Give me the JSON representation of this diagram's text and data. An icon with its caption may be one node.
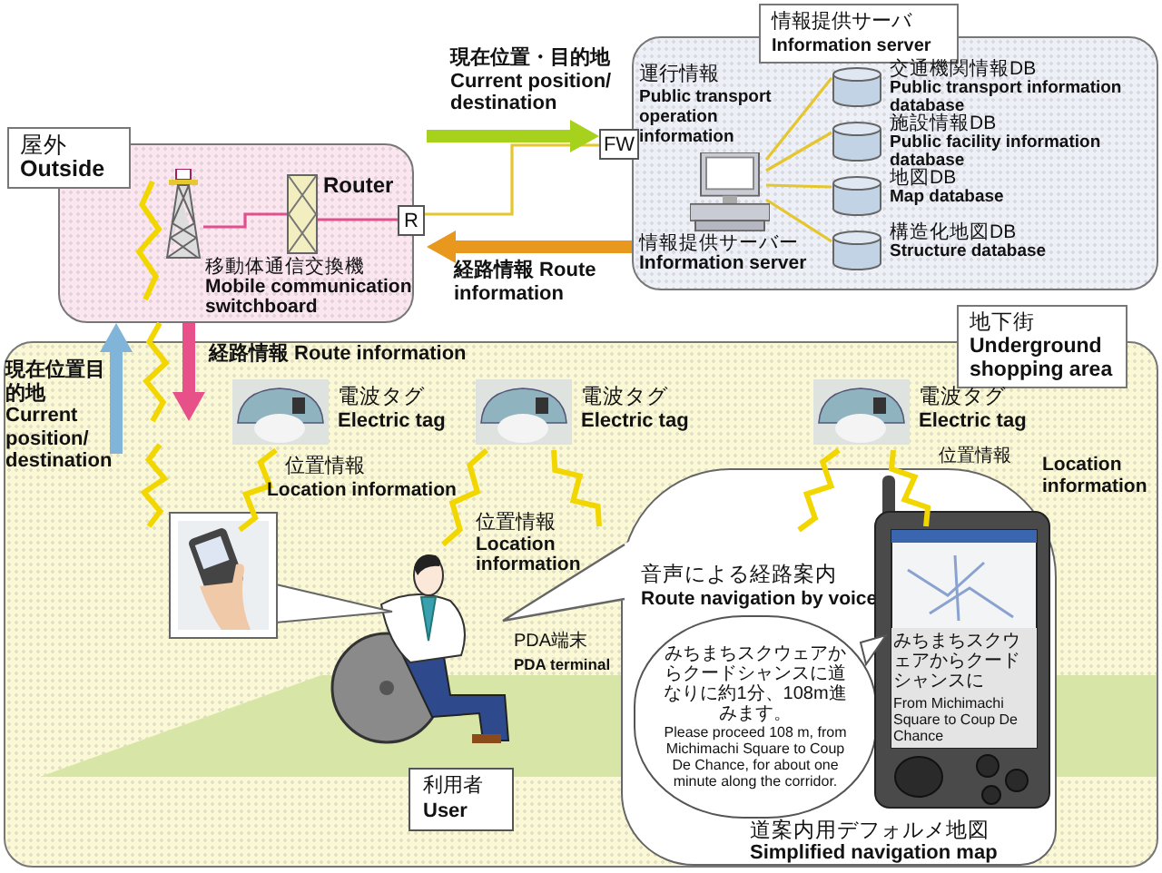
{
  "diagram": {
    "nodes": [
      {
        "text": [
          "屋外",
          "Outside"
        ]
      },
      {
        "text": [],
        "shape": "picture",
        "in": 0
      },
      {
        "text": [],
        "shape": "box",
        "in": 0,
        "beside": [
          "移動体通信交換機",
          "Mobile communication switchboard"
        ]
      },
      {
        "text": [
          "R"
        ],
        "in": 0,
        "beside": [
          "Router"
        ]
      },
      {
        "text": [
          "FW"
        ]
      },
      {
        "text": [
          "情報提供サーバ",
          "Information server"
        ]
      },
      {
        "text": [],
        "shape": "picture",
        "in": 5,
        "beside": [
          "情報提供サーバー",
          "Information server"
        ]
      },
      {
        "text": [
          "交通機関情報DB",
          "Public transport information database"
        ],
        "in": 5
      },
      {
        "text": [
          "施設情報DB",
          "Public facility information database"
        ],
        "in": 5
      },
      {
        "text": [
          "地図DB",
          "Map database"
        ],
        "in": 5
      },
      {
        "text": [
          "構造化地図DB",
          "Structure database"
        ],
        "in": 5
      },
      {
        "text": [
          "地下街",
          "Underground shopping area"
        ]
      },
      {
        "text": [
          "電波タグ",
          "Electric tag"
        ],
        "in": 11
      },
      {
        "text": [
          "電波タグ",
          "Electric tag"
        ],
        "in": 11
      },
      {
        "text": [
          "電波タグ",
          "Electric tag"
        ],
        "in": 11
      },
      {
        "text": [
          "利用者",
          "User"
        ],
        "in": 11
      },
      {
        "text": [
          "音声による経路案内",
          "Route navigation by voice",
          "道案内用デフォルメ地図",
          "Simplified navigation map"
        ],
        "in": 11
      },
      {
        "text": [
          "みちまちスクウェアからクードシャンスに道なりに約1分、108m進みます。",
          "Please proceed 108 m, from Michimachi Square to Coup De Chance, for about one minute along the corridor."
        ],
        "in": 16
      }
    ],
    "edges": [
      {
        "from": 1,
        "to": 2,
        "arrow": "none",
        "color": "#e0508c"
      },
      {
        "from": 2,
        "to": 3,
        "arrow": "none",
        "color": "#e0508c"
      },
      {
        "from": 3,
        "to": 4,
        "arrow": "none"
      },
      {
        "from": 6,
        "to": 7,
        "arrow": "none"
      },
      {
        "from": 6,
        "to": 8,
        "arrow": "none"
      },
      {
        "from": 6,
        "to": 9,
        "arrow": "none"
      },
      {
        "from": 6,
        "to": 10,
        "arrow": "none"
      },
      {
        "from": 0,
        "to": 4,
        "arrow": "to",
        "label": "現在位置・目的地 Current position/ destination",
        "style": "thick",
        "color": "#a6d21e"
      },
      {
        "from": 5,
        "to": 0,
        "arrow": "to",
        "label": "経路情報 Route information",
        "style": "thick",
        "color": "#e8981c"
      },
      {
        "from": 0,
        "to": null,
        "arrow": "to",
        "label": "経路情報 Route information",
        "style": "thick",
        "color": "#e8508a"
      },
      {
        "from": null,
        "to": 0,
        "arrow": "to",
        "label": "現在位置目的地 Current position/ destination",
        "style": "thick",
        "color": "#80b4d8"
      }
    ],
    "labels": [
      "運行情報",
      "Public transport operation information",
      "位置情報",
      "Location information",
      "位置情報",
      "Location information",
      "位置情報",
      "Location information",
      "PDA端末",
      "PDA terminal",
      "みちまちスクウェアからクードシャンスに",
      "From Michimachi Square to Coup De Chance"
    ]
  }
}
